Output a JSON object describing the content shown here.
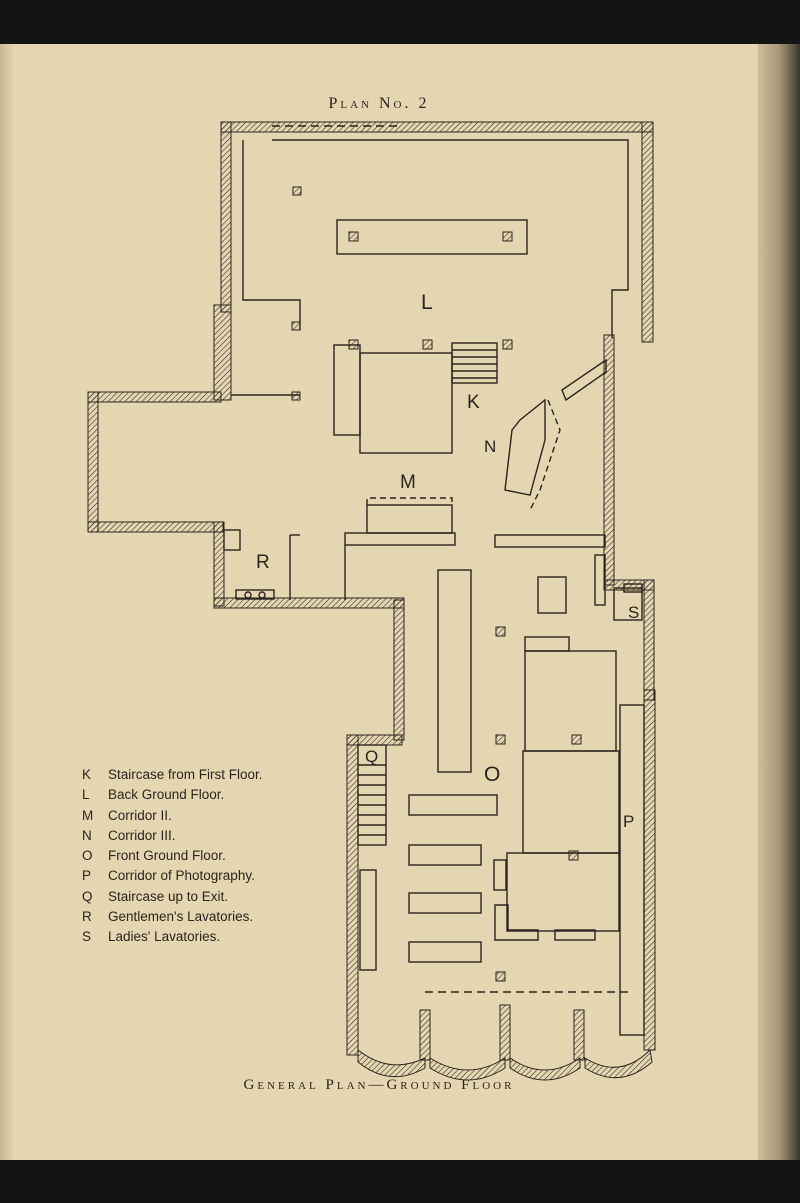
{
  "title": "Plan No. 2",
  "caption": "General Plan—Ground Floor",
  "room_labels": {
    "K": "K",
    "L": "L",
    "M": "M",
    "N": "N",
    "O": "O",
    "P": "P",
    "Q": "Q",
    "R": "R",
    "S": "S"
  },
  "legend": [
    {
      "key": "K",
      "label": "Staircase from First Floor."
    },
    {
      "key": "L",
      "label": "Back Ground Floor."
    },
    {
      "key": "M",
      "label": "Corridor II."
    },
    {
      "key": "N",
      "label": "Corridor III."
    },
    {
      "key": "O",
      "label": "Front Ground Floor."
    },
    {
      "key": "P",
      "label": "Corridor of Photography."
    },
    {
      "key": "Q",
      "label": "Staircase up to Exit."
    },
    {
      "key": "R",
      "label": "Gentlemen's Lavatories."
    },
    {
      "key": "S",
      "label": "Ladies' Lavatories."
    }
  ],
  "colors": {
    "paper": "#e5d6b2",
    "ink": "#2b241c",
    "background": "#141414"
  }
}
